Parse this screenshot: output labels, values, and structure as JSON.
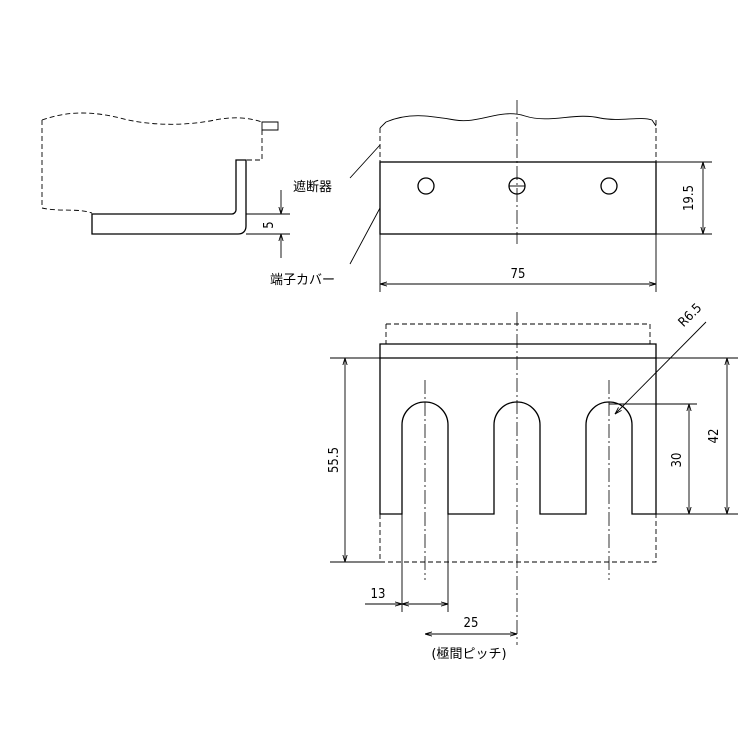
{
  "labels": {
    "breaker": "遮断器",
    "terminal_cover": "端子カバー",
    "pole_pitch": "(極間ピッチ)"
  },
  "dimensions": {
    "thickness": "5",
    "width": "75",
    "height_small": "19.5",
    "radius": "R6.5",
    "total_height": "55.5",
    "height_42": "42",
    "slot_depth": "30",
    "slot_width": "13",
    "pitch": "25"
  }
}
